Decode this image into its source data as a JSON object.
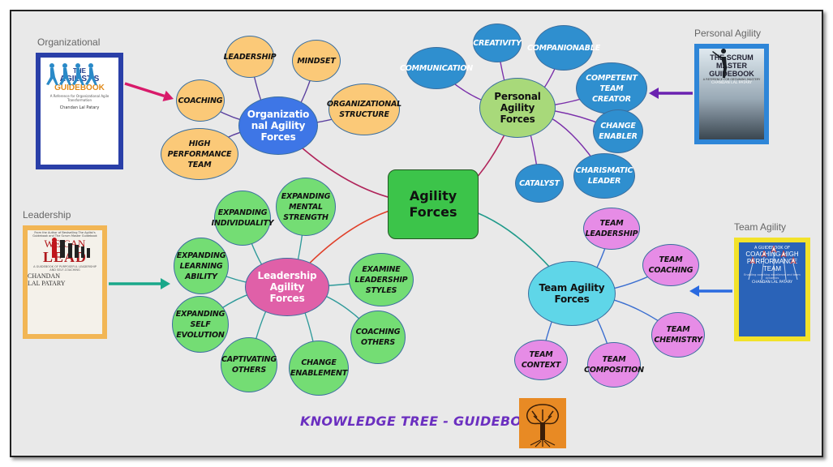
{
  "center": {
    "line1": "Agility",
    "line2": "Forces"
  },
  "footer": {
    "title": "KNOWLEDGE TREE - GUIDEBOOKS",
    "tree_icon": "tree-icon"
  },
  "org": {
    "hub": [
      "Organizatio",
      "nal Agility",
      "Forces"
    ],
    "nodes": [
      [
        "LEADERSHIP"
      ],
      [
        "MINDSET"
      ],
      [
        "COACHING"
      ],
      [
        "ORGANIZATIONAL",
        "STRUCTURE"
      ],
      [
        "HIGH PERFORMANCE",
        "TEAM"
      ]
    ],
    "book_label": "Organizational",
    "book": {
      "line1": "THE",
      "line2": "AGILIST'S",
      "line3": "GUIDEBOOK",
      "sub": "A Reference for Organizational Agile Transformation",
      "author": "Chandan Lal Patary"
    }
  },
  "personal": {
    "hub": [
      "Personal",
      "Agility",
      "Forces"
    ],
    "nodes": [
      [
        "CREATIVITY"
      ],
      [
        "COMPANIONABLE"
      ],
      [
        "COMMUNICATION"
      ],
      [
        "COMPETENT TEAM",
        "CREATOR"
      ],
      [
        "CHANGE",
        "ENABLER"
      ],
      [
        "CHARISMATIC",
        "LEADER"
      ],
      [
        "CATALYST"
      ]
    ],
    "book_label": "Personal Agility",
    "book": {
      "line1": "THE SCRUM",
      "line2": "MASTER",
      "line3": "GUIDEBOOK",
      "sub": "A REFERENCE FOR OBTAINING MASTERY",
      "author": "CHANDAN LAL PATARY"
    }
  },
  "leadership": {
    "hub": [
      "Leadership",
      "Agility",
      "Forces"
    ],
    "nodes": [
      [
        "EXPANDING",
        "INDIVIDUALITY"
      ],
      [
        "EXPANDING",
        "MENTAL",
        "STRENGTH"
      ],
      [
        "EXPANDING",
        "LEARNING",
        "ABILITY"
      ],
      [
        "EXAMINE",
        "LEADERSHIP",
        "STYLES"
      ],
      [
        "EXPANDING",
        "SELF",
        "EVOLUTION"
      ],
      [
        "COACHING",
        "OTHERS"
      ],
      [
        "CAPTIVATING",
        "OTHERS"
      ],
      [
        "CHANGE",
        "ENABLEMENT"
      ]
    ],
    "book_label": "Leadership",
    "book": {
      "top": "From the Author of Bestselling The Agilist's Guidebook and The Scrum Master Guidebook",
      "line1": "WE CAN",
      "line2": "LEAD",
      "sub": "A GUIDEBOOK OF PURPOSEFUL LEADERSHIP AND SELF-COACHING",
      "author1": "CHANDAN",
      "author2": "LAL PATARY"
    }
  },
  "team": {
    "hub": [
      "Team Agility",
      "Forces"
    ],
    "nodes": [
      [
        "TEAM",
        "LEADERSHIP"
      ],
      [
        "TEAM COACHING"
      ],
      [
        "TEAM",
        "CHEMISTRY"
      ],
      [
        "TEAM CONTEXT"
      ],
      [
        "TEAM",
        "COMPOSITION"
      ]
    ],
    "book_label": "Team Agility",
    "book": {
      "top": "A GUIDEBOOK OF",
      "line1": "COACHING HIGH",
      "line2": "PERFORMANCE",
      "line3": "TEAM",
      "sub": "Enabling coaching excellence and team dynamics",
      "author": "CHANDAN LAL PATARY"
    }
  },
  "colors": {
    "org_branch": "#5a3f9e",
    "per_branch": "#7a2faa",
    "led_branch": "#2f9a9a",
    "team_branch": "#3a6ed0",
    "center_org": "#b0245a",
    "center_per": "#b0245a",
    "center_led": "#e0402a",
    "center_team": "#1f9a8a",
    "arrow_org": "#d81a6a",
    "arrow_per": "#6b22b0",
    "arrow_led": "#1aa88a",
    "arrow_team": "#2a6ae0"
  }
}
